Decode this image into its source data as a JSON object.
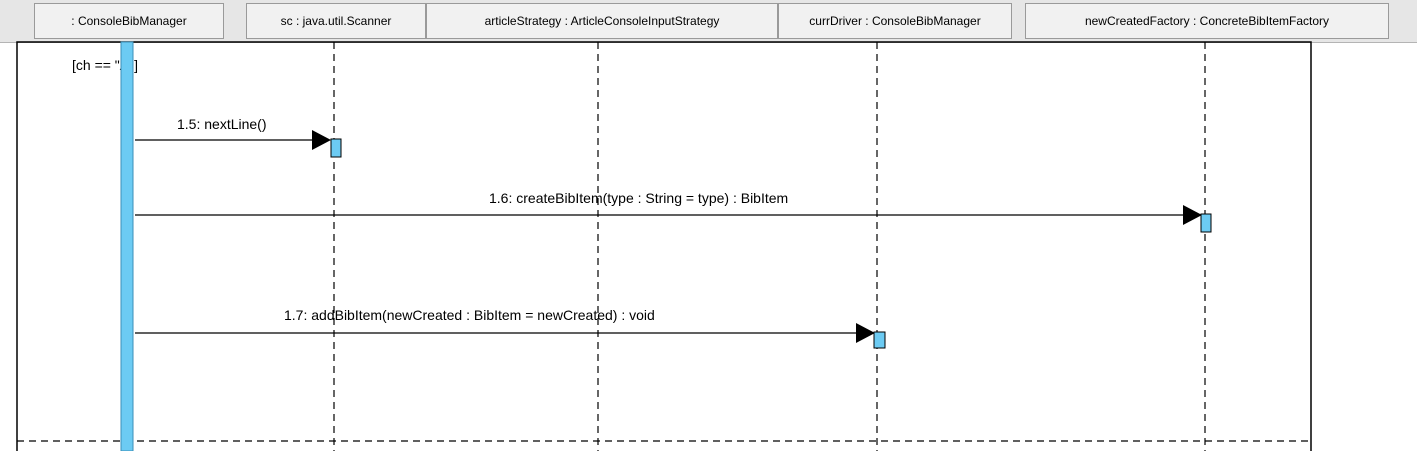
{
  "lifelines": [
    {
      "id": "consolebibmanager",
      "label": ": ConsoleBibManager"
    },
    {
      "id": "sc",
      "label": "sc : java.util.Scanner"
    },
    {
      "id": "articlestrategy",
      "label": "articleStrategy : ArticleConsoleInputStrategy"
    },
    {
      "id": "currdriver",
      "label": "currDriver : ConsoleBibManager"
    },
    {
      "id": "newcreatedfactory",
      "label": "newCreatedFactory : ConcreteBibItemFactory"
    }
  ],
  "fragment": {
    "guard": "[ch == \"A\"]"
  },
  "messages": [
    {
      "id": "msg-1-5",
      "label": "1.5: nextLine()",
      "from": "consolebibmanager",
      "to": "sc"
    },
    {
      "id": "msg-1-6",
      "label": "1.6: createBibItem(type : String = type) : BibItem",
      "from": "consolebibmanager",
      "to": "newcreatedfactory"
    },
    {
      "id": "msg-1-7",
      "label": "1.7: addBibItem(newCreated : BibItem = newCreated) : void",
      "from": "consolebibmanager",
      "to": "currdriver"
    }
  ],
  "colors": {
    "activation_fill": "#6ccbf3",
    "header_background": "#e6e6e6",
    "lifeline_head_background": "#f1f1f1"
  }
}
